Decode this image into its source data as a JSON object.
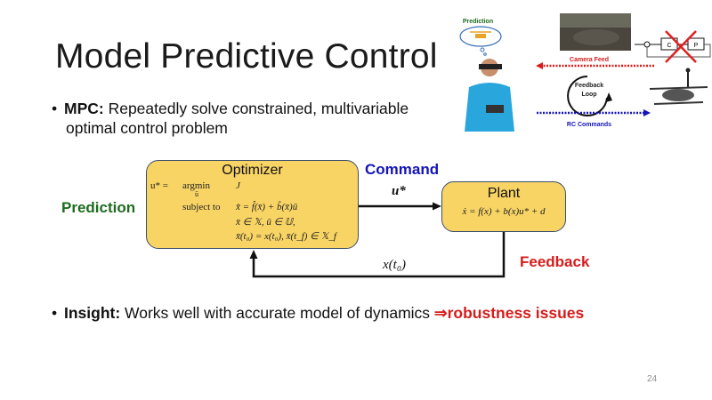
{
  "slide": {
    "title": "Model Predictive Control",
    "page_number": "24",
    "bullets": [
      {
        "bold": "MPC:",
        "text_line1": " Repeatedly solve constrained, multivariable",
        "text_line2": "optimal control problem"
      },
      {
        "bold": "Insight:",
        "text": " Works well with accurate model of dynamics ",
        "arrow": "⇒",
        "highlight": "robustness issues"
      }
    ]
  },
  "diagram": {
    "optimizer": {
      "title": "Optimizer",
      "eq1_lhs": "u* =",
      "eq1_op": "argmin",
      "eq1_sub": "ū",
      "eq1_obj": "J",
      "subject_to": "subject to",
      "c1": "x̄̇ = f̂(x̄) + b̂(x̄)ū",
      "c2": "x̄ ∈ 𝕏,  ū ∈ 𝕌,",
      "c3": "x̄(t₀) = x(t₀),  x̄(t_f) ∈ 𝕏_f"
    },
    "plant": {
      "title": "Plant",
      "equation": "ẋ = f(x) + b(x)u* + d"
    },
    "labels": {
      "prediction": "Prediction",
      "command": "Command",
      "command_signal": "u*",
      "feedback": "Feedback",
      "feedback_signal": "x(t₀)"
    }
  },
  "illustration": {
    "prediction_label": "Prediction",
    "camera_feed_label": "Camera Feed",
    "loop_label_line1": "Feedback",
    "loop_label_line2": "Loop",
    "rc_commands_label": "RC Commands",
    "controller_block": "C",
    "plant_block": "P",
    "colors": {
      "camera_feed": "#d61c1c",
      "rc_commands": "#1414b8",
      "prediction": "#1e6b1e"
    }
  }
}
